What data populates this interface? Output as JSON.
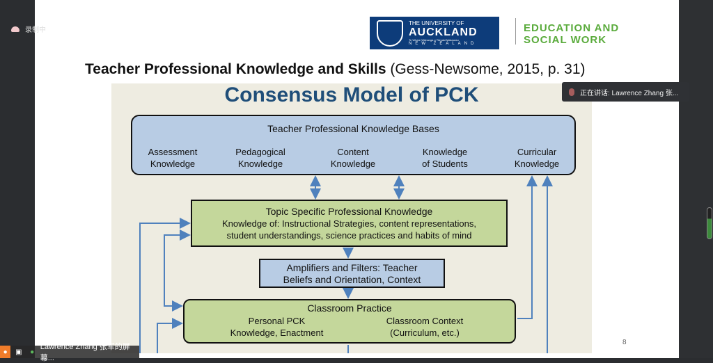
{
  "recording": {
    "label": "录制中"
  },
  "logo": {
    "line1": "THE UNIVERSITY OF",
    "line2": "AUCKLAND",
    "line3": "Te Whare Wānanga o Tāmaki Makaurau",
    "line4": "NEW ZEALAND"
  },
  "faculty": {
    "line1": "EDUCATION AND",
    "line2": "SOCIAL WORK"
  },
  "slide": {
    "title_bold": "Teacher Professional Knowledge and Skills",
    "title_cite": "(Gess-Newsome, 2015, p. 31)",
    "page_number": "8"
  },
  "diagram": {
    "title": "Consensus Model of PCK",
    "knowledge_bases": {
      "heading": "Teacher Professional Knowledge Bases",
      "items": [
        {
          "l1": "Assessment",
          "l2": "Knowledge"
        },
        {
          "l1": "Pedagogical",
          "l2": "Knowledge"
        },
        {
          "l1": "Content",
          "l2": "Knowledge"
        },
        {
          "l1": "Knowledge",
          "l2": "of Students"
        },
        {
          "l1": "Curricular",
          "l2": "Knowledge"
        }
      ]
    },
    "tspk": {
      "heading": "Topic Specific Professional Knowledge",
      "l1": "Knowledge of: Instructional Strategies, content representations,",
      "l2": "student understandings, science practices and habits of mind"
    },
    "amplifiers": {
      "l1": "Amplifiers and Filters: Teacher",
      "l2": "Beliefs and Orientation, Context"
    },
    "classroom": {
      "heading": "Classroom Practice",
      "left1": "Personal PCK",
      "left2": "Knowledge, Enactment",
      "right1": "Classroom Context",
      "right2": "(Curriculum, etc.)"
    }
  },
  "toast": {
    "text": "正在讲话: Lawrence Zhang 张..."
  },
  "bottom": {
    "name": "Lawrence Zhang 张军的屏幕..."
  }
}
